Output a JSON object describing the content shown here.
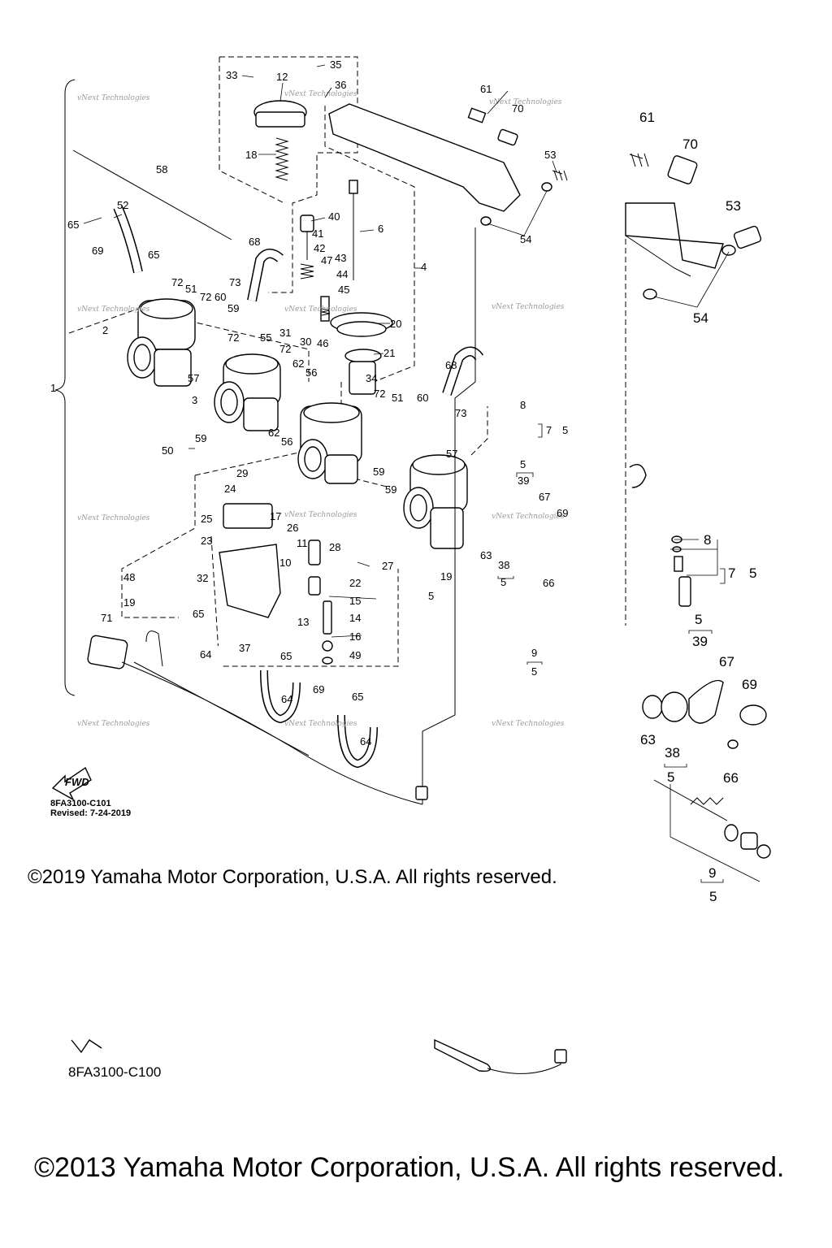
{
  "diagram": {
    "part_labels": [
      "1",
      "2",
      "3",
      "4",
      "5",
      "6",
      "7",
      "8",
      "9",
      "10",
      "11",
      "12",
      "13",
      "14",
      "15",
      "16",
      "17",
      "18",
      "19",
      "20",
      "21",
      "22",
      "23",
      "24",
      "25",
      "26",
      "27",
      "28",
      "29",
      "30",
      "31",
      "32",
      "33",
      "34",
      "35",
      "36",
      "37",
      "38",
      "39",
      "40",
      "41",
      "42",
      "43",
      "44",
      "45",
      "46",
      "47",
      "48",
      "49",
      "50",
      "51",
      "52",
      "53",
      "54",
      "55",
      "56",
      "57",
      "58",
      "59",
      "60",
      "61",
      "62",
      "63",
      "64",
      "65",
      "66",
      "67",
      "68",
      "69",
      "70",
      "71",
      "72",
      "73"
    ],
    "watermark": "vNext Technologies",
    "fwd_label": "FWD"
  },
  "footer_primary": {
    "drawing_code": "8FA3100-C101",
    "revised": "Revised: 7-24-2019",
    "copyright": "©2019 Yamaha Motor Corporation, U.S.A. All rights reserved."
  },
  "footer_secondary": {
    "drawing_code": "8FA3100-C100",
    "copyright": "©2013 Yamaha Motor Corporation, U.S.A. All rights reserved."
  }
}
